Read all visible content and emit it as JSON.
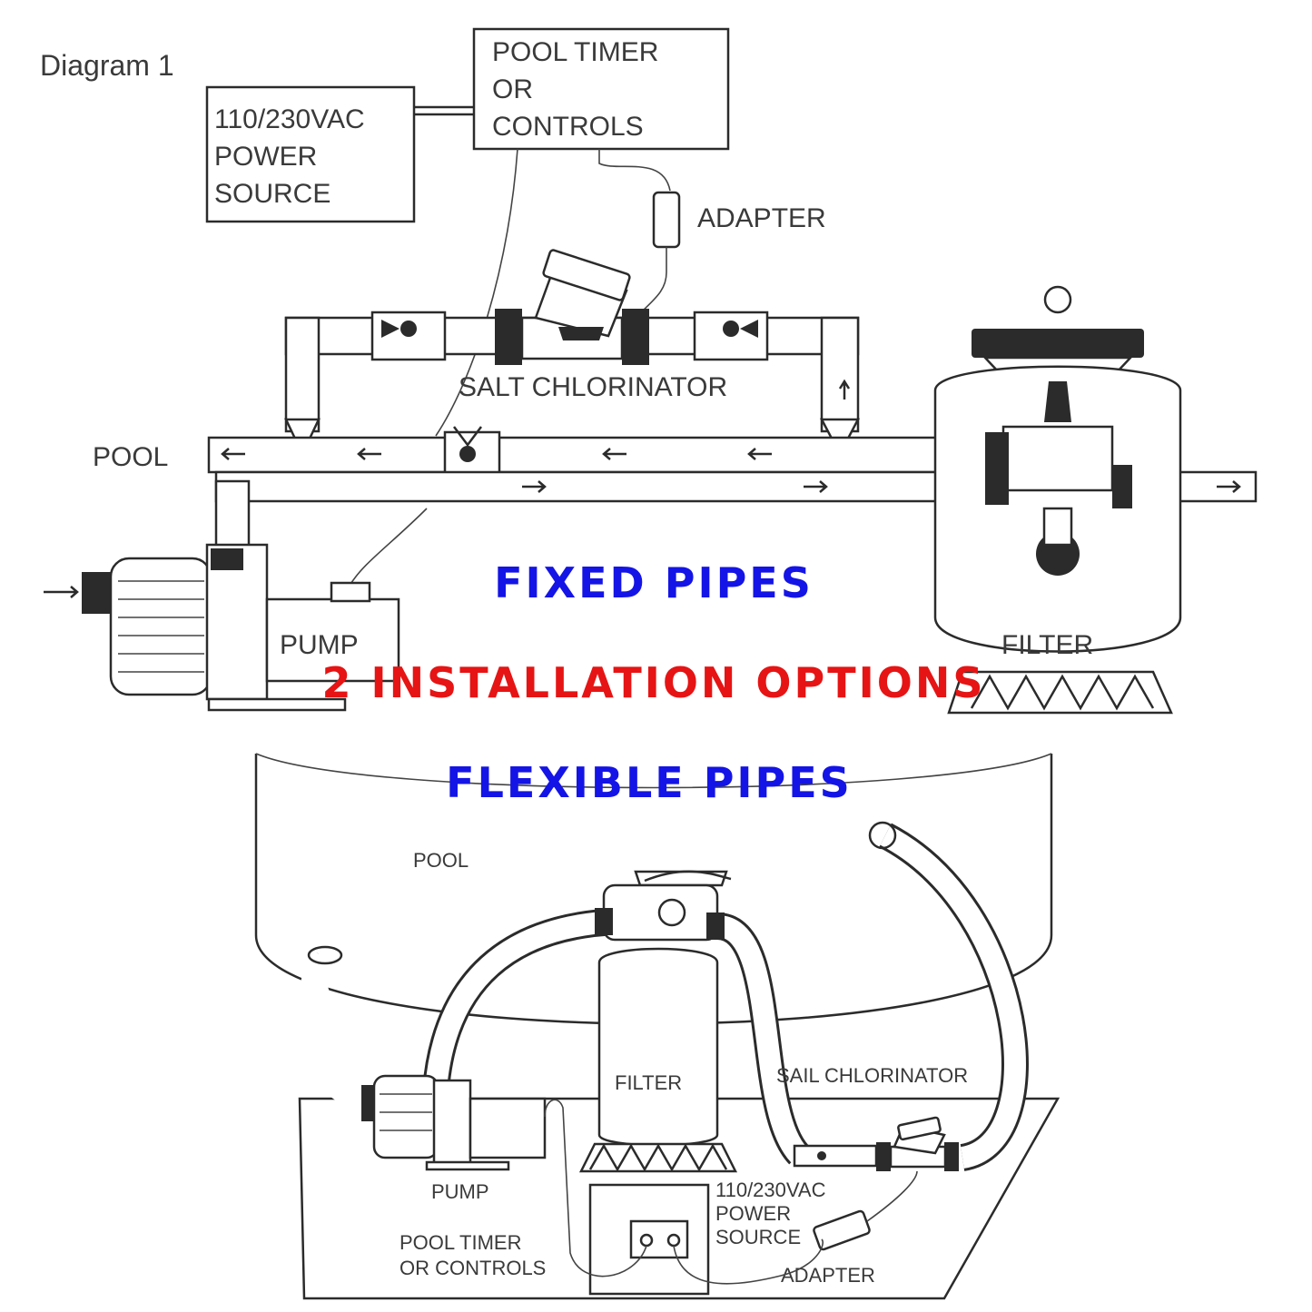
{
  "top_diagram": {
    "title": "Diagram 1",
    "power_source": [
      "110/230VAC",
      "POWER",
      "SOURCE"
    ],
    "timer": [
      "POOL TIMER",
      "OR",
      "CONTROLS"
    ],
    "adapter": "ADAPTER",
    "salt_chlorinator": "SALT CHLORINATOR",
    "pool": "POOL",
    "pump": "PUMP",
    "filter": "FILTER"
  },
  "banners": {
    "fixed": "FIXED PIPES",
    "options": "2 INSTALLATION OPTIONS",
    "flexible": "FLEXIBLE PIPES",
    "colors": {
      "blue": "#1414e6",
      "red": "#e61414"
    }
  },
  "bottom_diagram": {
    "pool": "POOL",
    "filter": "FILTER",
    "chlorinator": "SAIL CHLORINATOR",
    "pump": "PUMP",
    "power_source": [
      "110/230VAC",
      "POWER",
      "SOURCE"
    ],
    "timer": [
      "POOL TIMER",
      "OR CONTROLS"
    ],
    "adapter": "ADAPTER"
  }
}
